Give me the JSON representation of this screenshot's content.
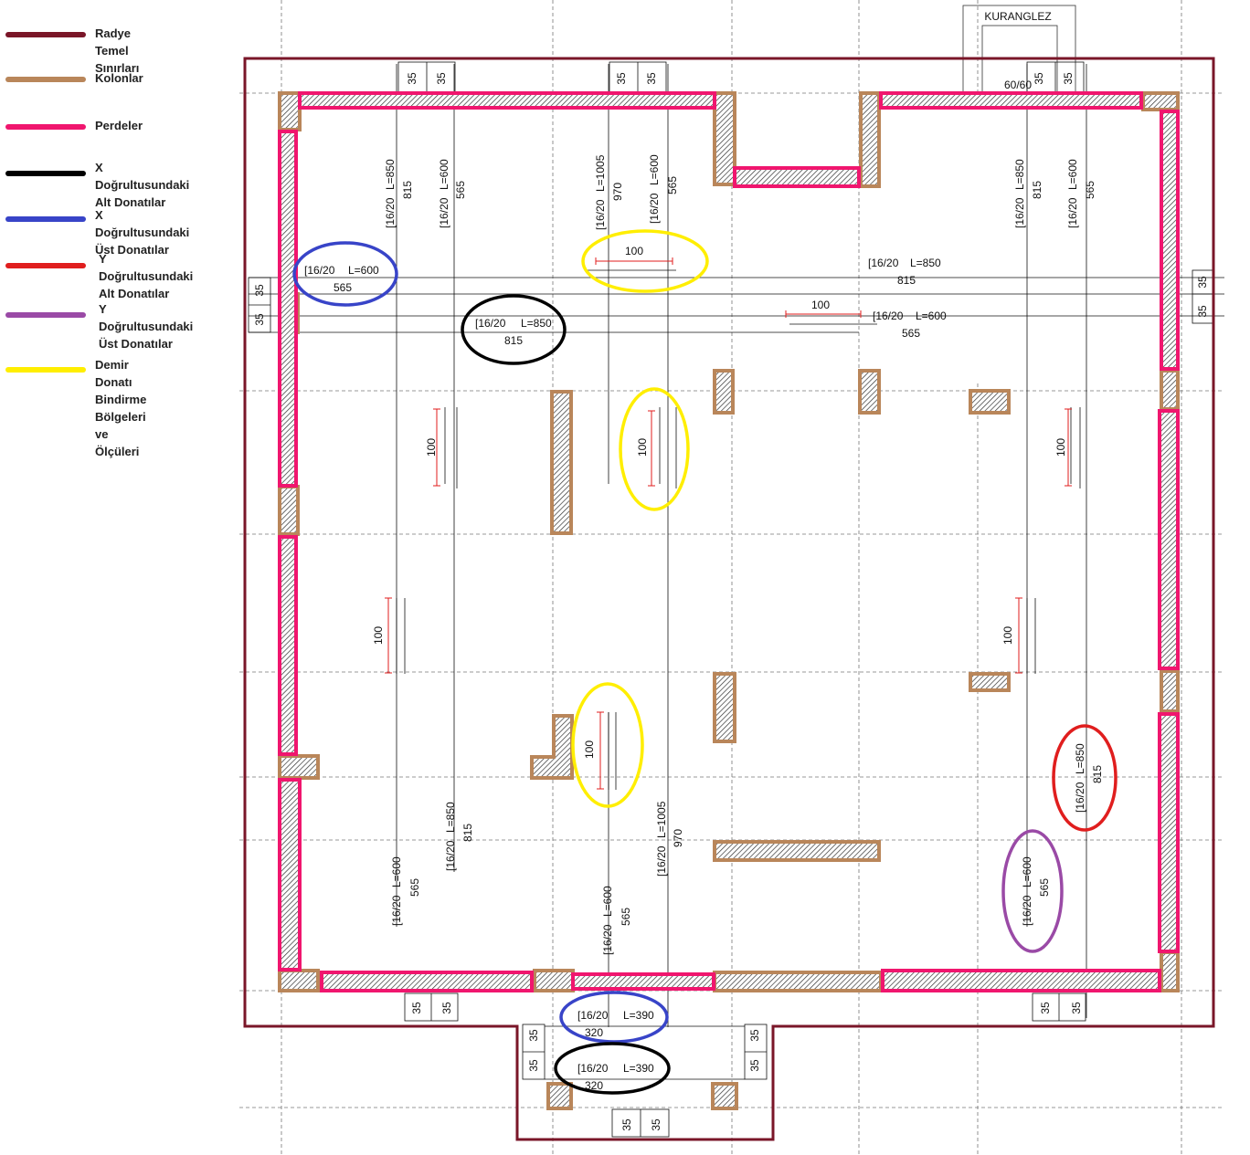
{
  "legend": {
    "items": [
      {
        "label": "Radye Temel Sınırları",
        "color": "#7a1628"
      },
      {
        "label": "Kolonlar",
        "color": "#b9865a"
      },
      {
        "label": "Perdeler",
        "color": "#f0166e"
      },
      {
        "label": "X Doğrultusundaki\nAlt Donatılar",
        "color": "#000000"
      },
      {
        "label": "X Doğrultusundaki\nÜst Donatılar",
        "color": "#3844c8"
      },
      {
        "label": "Y Doğrultusundaki\nAlt Donatılar",
        "color": "#e01e1e"
      },
      {
        "label": "Y Doğrultusundaki\nÜst Donatılar",
        "color": "#9a4aa6"
      },
      {
        "label": "Demir Donatı Bindirme\nBölgeleri ve Ölçüleri",
        "color": "#ffee00"
      }
    ]
  },
  "plan": {
    "kuranglez_label": "KURANGLEZ",
    "column_label": "60/60",
    "cover_35": "35",
    "lap_100": "100",
    "bar_16_20": "[16/20",
    "len_850": "L=850",
    "len_600": "L=600",
    "len_1005": "L=1005",
    "len_390": "L=390",
    "net_815": "815",
    "net_565": "565",
    "net_970": "970",
    "net_320": "320"
  }
}
